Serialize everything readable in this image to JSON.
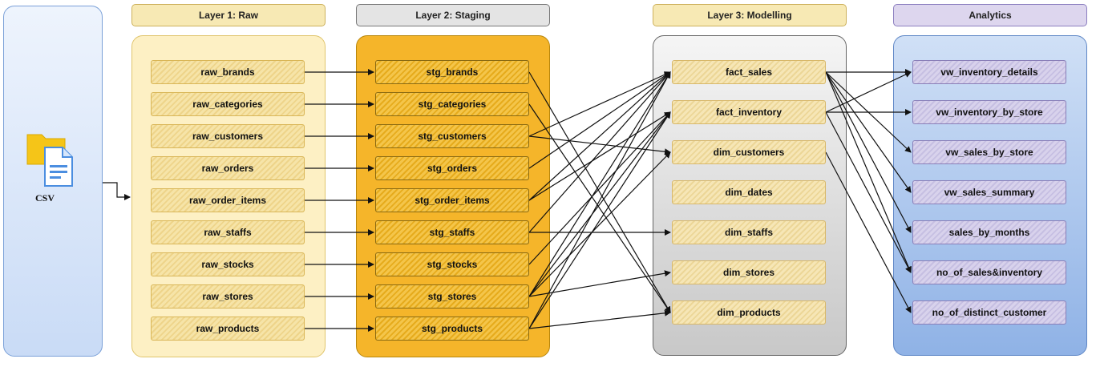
{
  "source": {
    "label": "CSV",
    "icon": "csv-file-icon"
  },
  "layers": {
    "raw": {
      "title": "Layer 1: Raw",
      "items": [
        "raw_brands",
        "raw_categories",
        "raw_customers",
        "raw_orders",
        "raw_order_items",
        "raw_staffs",
        "raw_stocks",
        "raw_stores",
        "raw_products"
      ]
    },
    "staging": {
      "title": "Layer 2: Staging",
      "items": [
        "stg_brands",
        "stg_categories",
        "stg_customers",
        "stg_orders",
        "stg_order_items",
        "stg_staffs",
        "stg_stocks",
        "stg_stores",
        "stg_products"
      ]
    },
    "modelling": {
      "title": "Layer 3: Modelling",
      "items": [
        "fact_sales",
        "fact_inventory",
        "dim_customers",
        "dim_dates",
        "dim_staffs",
        "dim_stores",
        "dim_products"
      ]
    },
    "analytics": {
      "title": "Analytics",
      "items": [
        "vw_inventory_details",
        "vw_inventory_by_store",
        "vw_sales_by_store",
        "vw_sales_summary",
        "sales_by_months",
        "no_of_sales&inventory",
        "no_of_distinct_customer"
      ]
    }
  },
  "colors": {
    "source_panel": "#dde9f9",
    "raw_panel": "#fdf0c4",
    "staging_panel": "#f5b52a",
    "modelling_panel": "#dcdcdc",
    "analytics_panel": "#a9c6ee",
    "edge": "#111111"
  }
}
